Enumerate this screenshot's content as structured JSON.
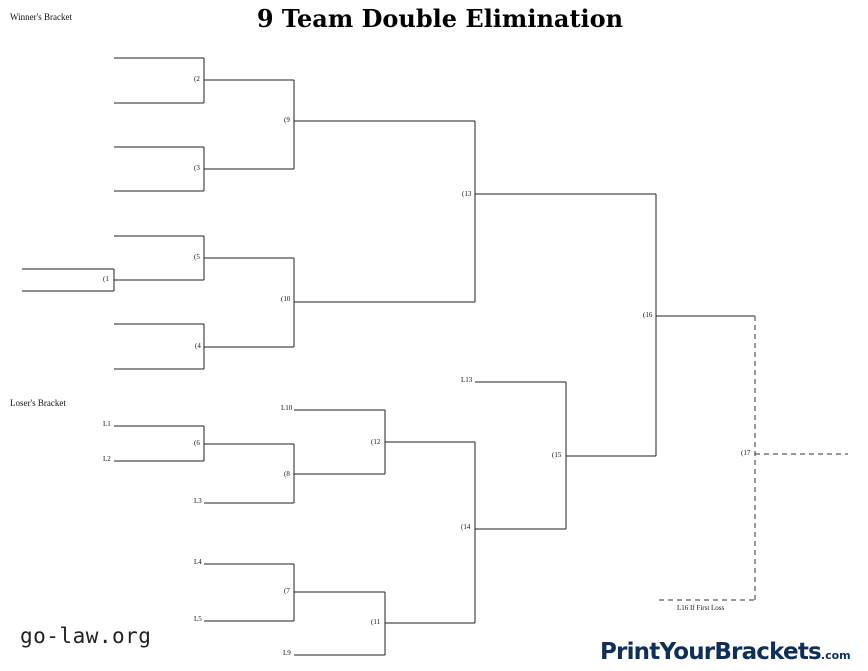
{
  "title": "9 Team Double Elimination",
  "winners_bracket_label": "Winner's Bracket",
  "losers_bracket_label": "Loser's Bracket",
  "game_labels": {
    "g1": "(1",
    "g2": "(2",
    "g3": "(3",
    "g4": "(4",
    "g5": "(5",
    "g6": "(6",
    "g7": "(7",
    "g8": "(8",
    "g9": "(9",
    "g10": "(10",
    "g11": "(11",
    "g12": "(12",
    "g13": "(13",
    "g14": "(14",
    "g15": "(15",
    "g16": "(16",
    "g17": "(17"
  },
  "loser_slots": {
    "l1": "L1",
    "l2": "L2",
    "l3": "L3",
    "l4": "L4",
    "l5": "L5",
    "l9": "L9",
    "l10": "L10",
    "l13": "L13"
  },
  "if_first_loss_note": "L16 If First Loss",
  "watermark": "go-law.org",
  "logo": {
    "name": "PrintYourBrackets",
    "suffix": ".com",
    "color": "#0f2f57"
  }
}
